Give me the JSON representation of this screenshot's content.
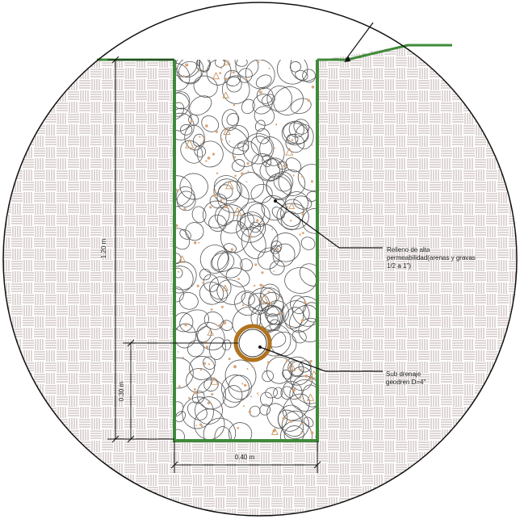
{
  "annotations": {
    "fill_label": {
      "line1": "Relleno de alta",
      "line2": "permeabilidad(arenas y gravas",
      "line3": "1/2 a 1\")"
    },
    "drain_label": {
      "line1": "Sub drenaje",
      "line2": "geodren D=4\""
    }
  },
  "dimensions": {
    "depth_total": "1.20 m",
    "depth_pipe": "0.30 m",
    "trench_width": "0.40 m"
  },
  "colors": {
    "trench_outline": "#3f8a3a",
    "soil_hatch": "#b8a9a6",
    "pipe_ring": "#b0731e",
    "stone_outline": "#555555",
    "sand_grain": "#d9a57a"
  }
}
